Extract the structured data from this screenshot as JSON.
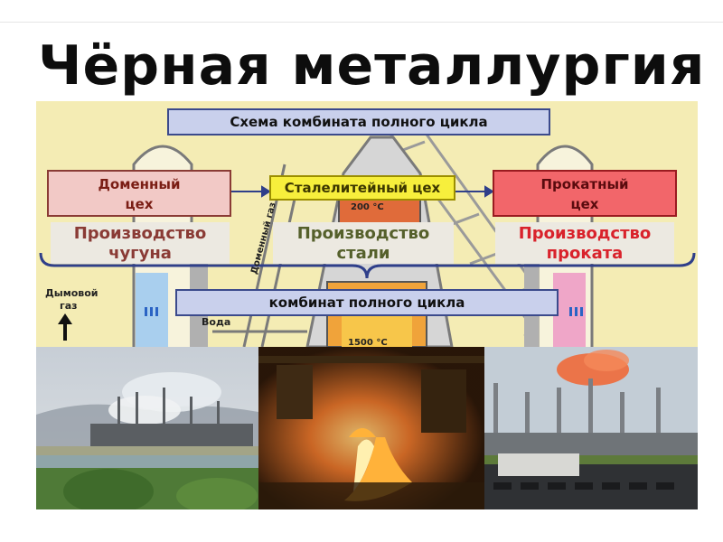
{
  "title": "Чёрная металлургия",
  "scheme": {
    "header": "Схема комбината полного цикла",
    "shops": [
      {
        "line1": "Доменный",
        "line2": "цех",
        "product_line1": "Производство",
        "product_line2": "чугуна"
      },
      {
        "line1": "Сталелитейный цех",
        "product_line1": "Производство",
        "product_line2": "стали"
      },
      {
        "line1": "Прокатный",
        "line2": "цех",
        "product_line1": "Производство",
        "product_line2": "проката"
      }
    ],
    "footer": "комбинат полного цикла",
    "labels": {
      "smoke_gas_line1": "Дымовой",
      "smoke_gas_line2": "газ",
      "water": "Вода",
      "domain_gas": "Доменный газ",
      "temp_top": "200 °С",
      "temp_bottom": "1500 °С"
    }
  },
  "photos": [
    {
      "name": "industrial-panorama"
    },
    {
      "name": "molten-metal-pour"
    },
    {
      "name": "smokestacks"
    }
  ],
  "colors": {
    "scheme_bg": "#f4ecb4",
    "header_fill": "#c9d0ec",
    "blast_furnace": "#f2c9c6",
    "steel_shop": "#f7ef3c",
    "rolling_shop": "#f2666a",
    "bracket": "#2f3f8a"
  }
}
